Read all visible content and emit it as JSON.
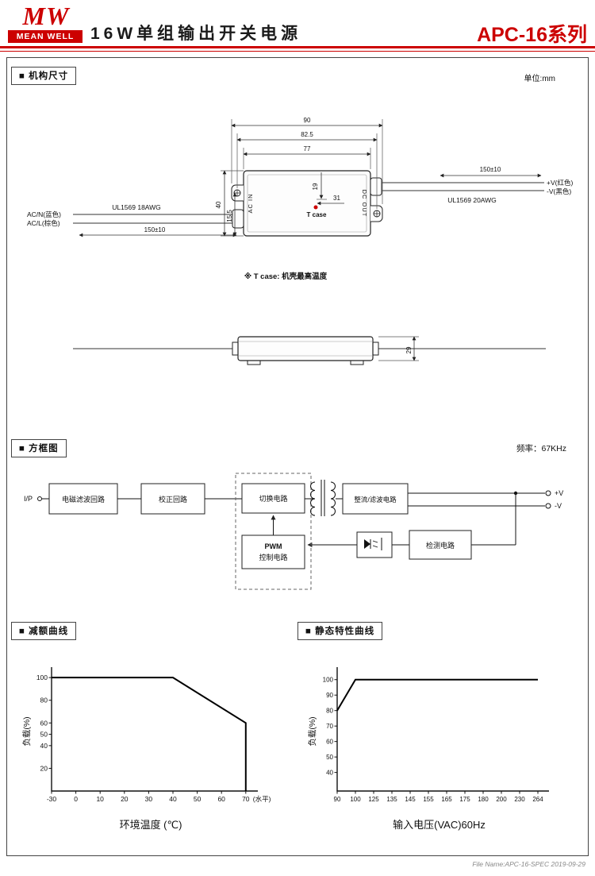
{
  "header": {
    "logo_mw": "MW",
    "logo_text": "MEAN WELL",
    "title": "16W单组输出开关电源",
    "series": "APC-16系列"
  },
  "sections": {
    "mech": "■ 机构尺寸",
    "block": "■ 方框图",
    "derating": "■ 减额曲线",
    "static": "■ 静态特性曲线"
  },
  "mech": {
    "unit": "单位:mm",
    "dims": {
      "width_outer": "90",
      "width_holes": "82.5",
      "width_body": "77",
      "height_body": "40",
      "hole_offset": "15.5",
      "tcase_y": "19",
      "tcase_x": "31",
      "lead_out": "150±10",
      "lead_in": "150±10",
      "thickness": "29"
    },
    "body_label_in": "AC IN",
    "body_label_out": "DC OUT",
    "wire_out_spec": "UL1569 20AWG",
    "wire_in_spec": "UL1569 18AWG",
    "out_pos": "+V(红色)",
    "out_neg": "-V(黑色)",
    "in_neutral": "AC/N(蓝色)",
    "in_line": "AC/L(棕色)",
    "tcase_label": "T case",
    "tcase_note": "※ T case: 机壳最高温度"
  },
  "block": {
    "freq": "频率：67KHz",
    "input_label": "I/P",
    "emi_filter": "电磁滤波回路",
    "correction": "校正回路",
    "switching": "切换电路",
    "pwm_line1": "PWM",
    "pwm_line2": "控制电路",
    "rectifier": "整流/滤波电路",
    "detection": "检测电路",
    "out_pos": "+V",
    "out_neg": "-V"
  },
  "chart_data": [
    {
      "id": "derating-curve",
      "type": "line",
      "title": "减额曲线",
      "xlabel": "环境温度 (℃)",
      "ylabel": "负载(%)",
      "x_ticks": [
        "-30",
        "0",
        "10",
        "20",
        "30",
        "40",
        "50",
        "60",
        "70"
      ],
      "x_suffix": "(水平)",
      "y_ticks": [
        100,
        80,
        60,
        50,
        40,
        20
      ],
      "ylim": [
        0,
        105
      ],
      "grid": false,
      "series": [
        {
          "name": "load-vs-ambient-temperature",
          "points": [
            {
              "x": "-30",
              "y": 100
            },
            {
              "x": "40",
              "y": 100
            },
            {
              "x": "70",
              "y": 60
            },
            {
              "x": "70",
              "y": 0
            }
          ]
        }
      ]
    },
    {
      "id": "static-characteristic-curve",
      "type": "line",
      "title": "静态特性曲线",
      "xlabel": "输入电压(VAC)60Hz",
      "ylabel": "负载(%)",
      "x_ticks": [
        "90",
        "100",
        "125",
        "135",
        "145",
        "155",
        "165",
        "175",
        "180",
        "200",
        "230",
        "264"
      ],
      "y_ticks": [
        100,
        90,
        80,
        70,
        60,
        50,
        40
      ],
      "ylim": [
        28,
        105
      ],
      "grid": false,
      "series": [
        {
          "name": "load-vs-input-voltage",
          "points": [
            {
              "x": "90",
              "y": 80
            },
            {
              "x": "100",
              "y": 100
            },
            {
              "x": "264",
              "y": 100
            }
          ]
        }
      ]
    }
  ],
  "footer": {
    "file_info": "File Name:APC-16-SPEC  2019-09-29"
  },
  "colors": {
    "brand_red": "#cc0000",
    "line_black": "#111111"
  }
}
